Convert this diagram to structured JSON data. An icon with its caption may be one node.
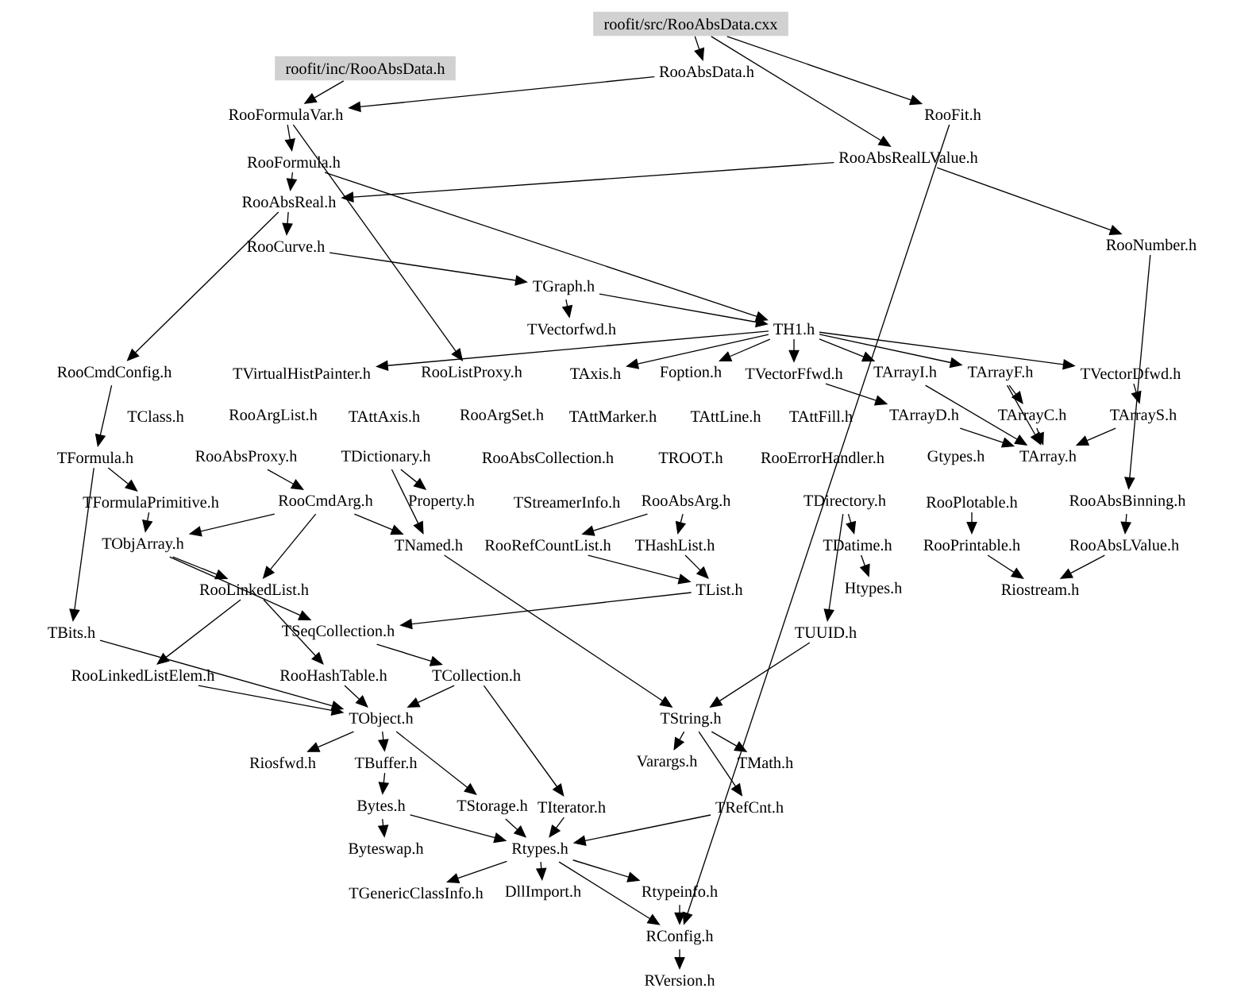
{
  "diagram": {
    "nodes": [
      {
        "text": [
          "roofit/src/RooAbsData.cxx"
        ]
      },
      {
        "text": [
          "roofit/inc/RooAbsData.h"
        ]
      },
      {
        "text": [
          "RooAbsData.h"
        ]
      },
      {
        "text": [
          "RooFormulaVar.h"
        ]
      },
      {
        "text": [
          "RooFit.h"
        ]
      },
      {
        "text": [
          "RooFormula.h"
        ]
      },
      {
        "text": [
          "RooAbsRealLValue.h"
        ]
      },
      {
        "text": [
          "RooAbsReal.h"
        ]
      },
      {
        "text": [
          "RooCurve.h"
        ]
      },
      {
        "text": [
          "RooNumber.h"
        ]
      },
      {
        "text": [
          "TGraph.h"
        ]
      },
      {
        "text": [
          "TVectorfwd.h"
        ]
      },
      {
        "text": [
          "TH1.h"
        ]
      },
      {
        "text": [
          "RooCmdConfig.h"
        ]
      },
      {
        "text": [
          "TVirtualHistPainter.h"
        ]
      },
      {
        "text": [
          "RooListProxy.h"
        ]
      },
      {
        "text": [
          "TAxis.h"
        ]
      },
      {
        "text": [
          "Foption.h"
        ]
      },
      {
        "text": [
          "TVectorFfwd.h"
        ]
      },
      {
        "text": [
          "TArrayI.h"
        ]
      },
      {
        "text": [
          "TArrayF.h"
        ]
      },
      {
        "text": [
          "TVectorDfwd.h"
        ]
      },
      {
        "text": [
          "TClass.h"
        ]
      },
      {
        "text": [
          "RooArgList.h"
        ]
      },
      {
        "text": [
          "TAttAxis.h"
        ]
      },
      {
        "text": [
          "RooArgSet.h"
        ]
      },
      {
        "text": [
          "TAttMarker.h"
        ]
      },
      {
        "text": [
          "TAttLine.h"
        ]
      },
      {
        "text": [
          "TAttFill.h"
        ]
      },
      {
        "text": [
          "TArrayD.h"
        ]
      },
      {
        "text": [
          "TArrayC.h"
        ]
      },
      {
        "text": [
          "TArrayS.h"
        ]
      },
      {
        "text": [
          "TFormula.h"
        ]
      },
      {
        "text": [
          "RooAbsProxy.h"
        ]
      },
      {
        "text": [
          "TDictionary.h"
        ]
      },
      {
        "text": [
          "RooAbsCollection.h"
        ]
      },
      {
        "text": [
          "TROOT.h"
        ]
      },
      {
        "text": [
          "RooErrorHandler.h"
        ]
      },
      {
        "text": [
          "Gtypes.h"
        ]
      },
      {
        "text": [
          "TArray.h"
        ]
      },
      {
        "text": [
          "TFormulaPrimitive.h"
        ]
      },
      {
        "text": [
          "RooCmdArg.h"
        ]
      },
      {
        "text": [
          "Property.h"
        ]
      },
      {
        "text": [
          "TStreamerInfo.h"
        ]
      },
      {
        "text": [
          "RooAbsArg.h"
        ]
      },
      {
        "text": [
          "TDirectory.h"
        ]
      },
      {
        "text": [
          "RooPlotable.h"
        ]
      },
      {
        "text": [
          "RooAbsBinning.h"
        ]
      },
      {
        "text": [
          "TObjArray.h"
        ]
      },
      {
        "text": [
          "TNamed.h"
        ]
      },
      {
        "text": [
          "RooRefCountList.h"
        ]
      },
      {
        "text": [
          "THashList.h"
        ]
      },
      {
        "text": [
          "TDatime.h"
        ]
      },
      {
        "text": [
          "RooPrintable.h"
        ]
      },
      {
        "text": [
          "RooAbsLValue.h"
        ]
      },
      {
        "text": [
          "RooLinkedList.h"
        ]
      },
      {
        "text": [
          "TList.h"
        ]
      },
      {
        "text": [
          "Htypes.h"
        ]
      },
      {
        "text": [
          "Riostream.h"
        ]
      },
      {
        "text": [
          "TBits.h"
        ]
      },
      {
        "text": [
          "TSeqCollection.h"
        ]
      },
      {
        "text": [
          "TUUID.h"
        ]
      },
      {
        "text": [
          "RooLinkedListElem.h"
        ]
      },
      {
        "text": [
          "RooHashTable.h"
        ]
      },
      {
        "text": [
          "TCollection.h"
        ]
      },
      {
        "text": [
          "TObject.h"
        ]
      },
      {
        "text": [
          "TString.h"
        ]
      },
      {
        "text": [
          "Riosfwd.h"
        ]
      },
      {
        "text": [
          "TBuffer.h"
        ]
      },
      {
        "text": [
          "Varargs.h"
        ]
      },
      {
        "text": [
          "TMath.h"
        ]
      },
      {
        "text": [
          "Bytes.h"
        ]
      },
      {
        "text": [
          "TStorage.h"
        ]
      },
      {
        "text": [
          "TIterator.h"
        ]
      },
      {
        "text": [
          "TRefCnt.h"
        ]
      },
      {
        "text": [
          "Byteswap.h"
        ]
      },
      {
        "text": [
          "Rtypes.h"
        ]
      },
      {
        "text": [
          "TGenericClassInfo.h"
        ]
      },
      {
        "text": [
          "DllImport.h"
        ]
      },
      {
        "text": [
          "Rtypeinfo.h"
        ]
      },
      {
        "text": [
          "RConfig.h"
        ]
      },
      {
        "text": [
          "RVersion.h"
        ]
      }
    ],
    "edges": [
      {
        "from": 0,
        "to": 2,
        "arrow": "to"
      },
      {
        "from": 0,
        "to": 4,
        "arrow": "to"
      },
      {
        "from": 0,
        "to": 6,
        "arrow": "to"
      },
      {
        "from": 1,
        "to": 3,
        "arrow": "to"
      },
      {
        "from": 2,
        "to": 3,
        "arrow": "to"
      },
      {
        "from": 3,
        "to": 5,
        "arrow": "to"
      },
      {
        "from": 5,
        "to": 7,
        "arrow": "to"
      },
      {
        "from": 6,
        "to": 7,
        "arrow": "to"
      },
      {
        "from": 7,
        "to": 8,
        "arrow": "to"
      },
      {
        "from": 6,
        "to": 9,
        "arrow": "to"
      },
      {
        "from": 8,
        "to": 10,
        "arrow": "to"
      },
      {
        "from": 10,
        "to": 11,
        "arrow": "to"
      },
      {
        "from": 10,
        "to": 12,
        "arrow": "to"
      },
      {
        "from": 5,
        "to": 12,
        "arrow": "to"
      },
      {
        "from": 12,
        "to": 16,
        "arrow": "to"
      },
      {
        "from": 12,
        "to": 17,
        "arrow": "to"
      },
      {
        "from": 12,
        "to": 18,
        "arrow": "to"
      },
      {
        "from": 12,
        "to": 19,
        "arrow": "to"
      },
      {
        "from": 12,
        "to": 20,
        "arrow": "to"
      },
      {
        "from": 12,
        "to": 21,
        "arrow": "to"
      },
      {
        "from": 12,
        "to": 14,
        "arrow": "to"
      },
      {
        "from": 7,
        "to": 13,
        "arrow": "to"
      },
      {
        "from": 3,
        "to": 15,
        "arrow": "to"
      },
      {
        "from": 19,
        "to": 39,
        "arrow": "to"
      },
      {
        "from": 20,
        "to": 39,
        "arrow": "to"
      },
      {
        "from": 29,
        "to": 39,
        "arrow": "to"
      },
      {
        "from": 30,
        "to": 39,
        "arrow": "to"
      },
      {
        "from": 31,
        "to": 39,
        "arrow": "to"
      },
      {
        "from": 18,
        "to": 29,
        "arrow": "to"
      },
      {
        "from": 21,
        "to": 31,
        "arrow": "to"
      },
      {
        "from": 20,
        "to": 30,
        "arrow": "to"
      },
      {
        "from": 9,
        "to": 47,
        "arrow": "to"
      },
      {
        "from": 13,
        "to": 32,
        "arrow": "to"
      },
      {
        "from": 32,
        "to": 40,
        "arrow": "to"
      },
      {
        "from": 32,
        "to": 59,
        "arrow": "to"
      },
      {
        "from": 40,
        "to": 48,
        "arrow": "to"
      },
      {
        "from": 33,
        "to": 41,
        "arrow": "to"
      },
      {
        "from": 34,
        "to": 42,
        "arrow": "to"
      },
      {
        "from": 34,
        "to": 49,
        "arrow": "to"
      },
      {
        "from": 41,
        "to": 48,
        "arrow": "to"
      },
      {
        "from": 41,
        "to": 49,
        "arrow": "to"
      },
      {
        "from": 41,
        "to": 55,
        "arrow": "to"
      },
      {
        "from": 48,
        "to": 55,
        "arrow": "to"
      },
      {
        "from": 44,
        "to": 50,
        "arrow": "to"
      },
      {
        "from": 44,
        "to": 51,
        "arrow": "to"
      },
      {
        "from": 45,
        "to": 52,
        "arrow": "to"
      },
      {
        "from": 46,
        "to": 53,
        "arrow": "to"
      },
      {
        "from": 47,
        "to": 54,
        "arrow": "to"
      },
      {
        "from": 53,
        "to": 58,
        "arrow": "to"
      },
      {
        "from": 54,
        "to": 58,
        "arrow": "to"
      },
      {
        "from": 52,
        "to": 57,
        "arrow": "to"
      },
      {
        "from": 51,
        "to": 56,
        "arrow": "to"
      },
      {
        "from": 50,
        "to": 56,
        "arrow": "to"
      },
      {
        "from": 45,
        "to": 61,
        "arrow": "to"
      },
      {
        "from": 48,
        "to": 60,
        "arrow": "to"
      },
      {
        "from": 56,
        "to": 60,
        "arrow": "to"
      },
      {
        "from": 55,
        "to": 62,
        "arrow": "to"
      },
      {
        "from": 55,
        "to": 63,
        "arrow": "to"
      },
      {
        "from": 60,
        "to": 64,
        "arrow": "to"
      },
      {
        "from": 59,
        "to": 65,
        "arrow": "to"
      },
      {
        "from": 62,
        "to": 65,
        "arrow": "to"
      },
      {
        "from": 63,
        "to": 65,
        "arrow": "to"
      },
      {
        "from": 64,
        "to": 65,
        "arrow": "to"
      },
      {
        "from": 64,
        "to": 73,
        "arrow": "to"
      },
      {
        "from": 49,
        "to": 66,
        "arrow": "to"
      },
      {
        "from": 61,
        "to": 66,
        "arrow": "to"
      },
      {
        "from": 65,
        "to": 67,
        "arrow": "to"
      },
      {
        "from": 65,
        "to": 68,
        "arrow": "to"
      },
      {
        "from": 65,
        "to": 72,
        "arrow": "to"
      },
      {
        "from": 66,
        "to": 69,
        "arrow": "to"
      },
      {
        "from": 66,
        "to": 70,
        "arrow": "to"
      },
      {
        "from": 66,
        "to": 74,
        "arrow": "to"
      },
      {
        "from": 68,
        "to": 71,
        "arrow": "to"
      },
      {
        "from": 71,
        "to": 75,
        "arrow": "to"
      },
      {
        "from": 71,
        "to": 76,
        "arrow": "to"
      },
      {
        "from": 72,
        "to": 76,
        "arrow": "to"
      },
      {
        "from": 73,
        "to": 76,
        "arrow": "to"
      },
      {
        "from": 74,
        "to": 76,
        "arrow": "to"
      },
      {
        "from": 76,
        "to": 77,
        "arrow": "to"
      },
      {
        "from": 76,
        "to": 78,
        "arrow": "to"
      },
      {
        "from": 76,
        "to": 79,
        "arrow": "to"
      },
      {
        "from": 76,
        "to": 80,
        "arrow": "to"
      },
      {
        "from": 79,
        "to": 80,
        "arrow": "to"
      },
      {
        "from": 80,
        "to": 81,
        "arrow": "to"
      },
      {
        "from": 4,
        "to": 80,
        "arrow": "to"
      }
    ]
  }
}
